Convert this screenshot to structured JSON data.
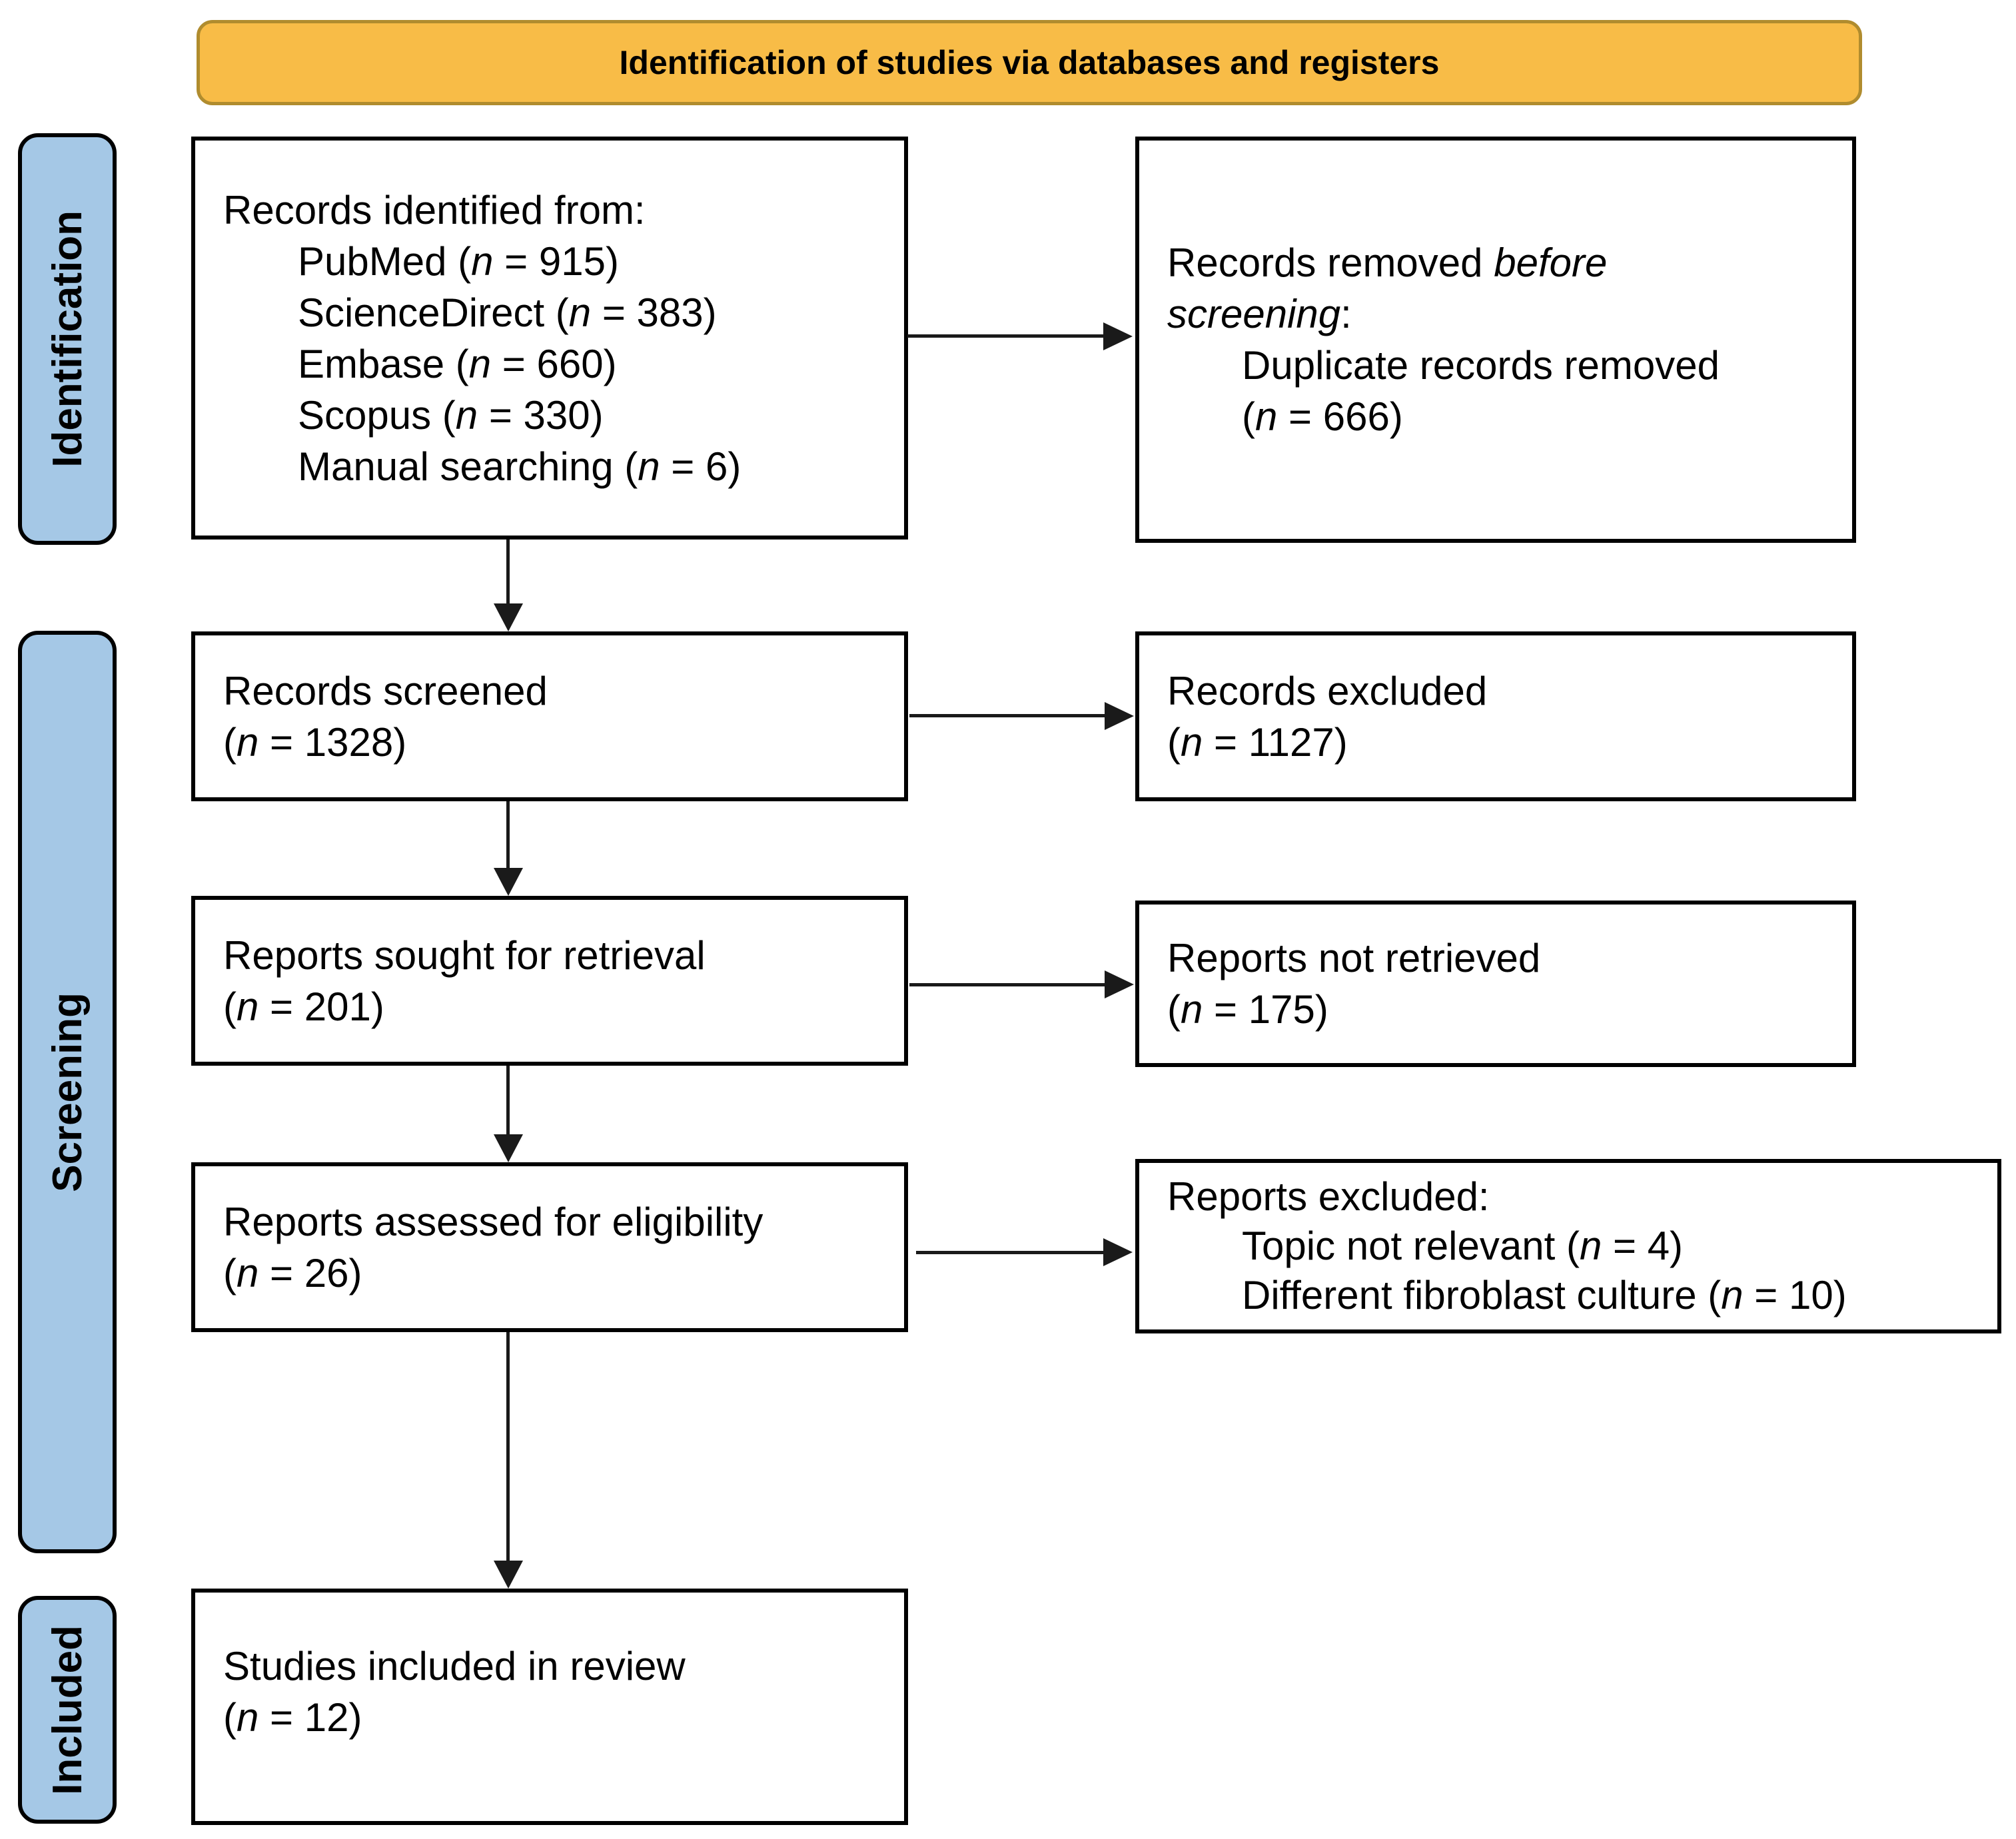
{
  "header": {
    "title": "Identification of studies via databases and registers"
  },
  "sidebar": {
    "items": [
      {
        "label": "Identification"
      },
      {
        "label": "Screening"
      },
      {
        "label": "Included"
      }
    ]
  },
  "boxes": {
    "records_identified": {
      "lines": [
        {
          "indent": 0,
          "segs": [
            {
              "t": "Records identified from:"
            }
          ]
        },
        {
          "indent": 1,
          "segs": [
            {
              "t": "PubMed ("
            },
            {
              "t": "n",
              "i": true
            },
            {
              "t": " = 915)"
            }
          ]
        },
        {
          "indent": 1,
          "segs": [
            {
              "t": "ScienceDirect ("
            },
            {
              "t": "n",
              "i": true
            },
            {
              "t": " = 383)"
            }
          ]
        },
        {
          "indent": 1,
          "segs": [
            {
              "t": "Embase ("
            },
            {
              "t": "n",
              "i": true
            },
            {
              "t": " = 660)"
            }
          ]
        },
        {
          "indent": 1,
          "segs": [
            {
              "t": "Scopus ("
            },
            {
              "t": "n",
              "i": true
            },
            {
              "t": " = 330)"
            }
          ]
        },
        {
          "indent": 1,
          "segs": [
            {
              "t": "Manual searching ("
            },
            {
              "t": "n",
              "i": true
            },
            {
              "t": " = 6)"
            }
          ]
        }
      ]
    },
    "records_removed": {
      "lines": [
        {
          "indent": 0,
          "segs": [
            {
              "t": "Records removed "
            },
            {
              "t": "before",
              "i": true
            }
          ]
        },
        {
          "indent": 0,
          "segs": [
            {
              "t": "screening",
              "i": true
            },
            {
              "t": ":"
            }
          ]
        },
        {
          "indent": 1,
          "segs": [
            {
              "t": "Duplicate records removed"
            }
          ]
        },
        {
          "indent": 1,
          "segs": [
            {
              "t": "("
            },
            {
              "t": "n",
              "i": true
            },
            {
              "t": " = 666)"
            }
          ]
        }
      ]
    },
    "records_screened": {
      "lines": [
        {
          "indent": 0,
          "segs": [
            {
              "t": "Records screened"
            }
          ]
        },
        {
          "indent": 0,
          "segs": [
            {
              "t": "("
            },
            {
              "t": "n",
              "i": true
            },
            {
              "t": " = 1328)"
            }
          ]
        }
      ]
    },
    "records_excluded": {
      "lines": [
        {
          "indent": 0,
          "segs": [
            {
              "t": "Records excluded"
            }
          ]
        },
        {
          "indent": 0,
          "segs": [
            {
              "t": "("
            },
            {
              "t": "n",
              "i": true
            },
            {
              "t": " = 1127)"
            }
          ]
        }
      ]
    },
    "reports_sought": {
      "lines": [
        {
          "indent": 0,
          "segs": [
            {
              "t": "Reports sought for retrieval"
            }
          ]
        },
        {
          "indent": 0,
          "segs": [
            {
              "t": "("
            },
            {
              "t": "n",
              "i": true
            },
            {
              "t": " = 201)"
            }
          ]
        }
      ]
    },
    "reports_not_retrieved": {
      "lines": [
        {
          "indent": 0,
          "segs": [
            {
              "t": "Reports not retrieved"
            }
          ]
        },
        {
          "indent": 0,
          "segs": [
            {
              "t": "("
            },
            {
              "t": "n",
              "i": true
            },
            {
              "t": " = 175)"
            }
          ]
        }
      ]
    },
    "reports_assessed": {
      "lines": [
        {
          "indent": 0,
          "segs": [
            {
              "t": "Reports assessed for eligibility"
            }
          ]
        },
        {
          "indent": 0,
          "segs": [
            {
              "t": "("
            },
            {
              "t": "n",
              "i": true
            },
            {
              "t": " = 26)"
            }
          ]
        }
      ]
    },
    "reports_excluded": {
      "lines": [
        {
          "indent": 0,
          "segs": [
            {
              "t": "Reports excluded:"
            }
          ]
        },
        {
          "indent": 1,
          "segs": [
            {
              "t": "Topic not relevant ("
            },
            {
              "t": "n",
              "i": true
            },
            {
              "t": " = 4)"
            }
          ]
        },
        {
          "indent": 1,
          "segs": [
            {
              "t": "Different fibroblast culture ("
            },
            {
              "t": "n",
              "i": true
            },
            {
              "t": " = 10)"
            }
          ]
        }
      ]
    },
    "studies_included": {
      "lines": [
        {
          "indent": 0,
          "segs": [
            {
              "t": "Studies included in review"
            }
          ]
        },
        {
          "indent": 0,
          "segs": [
            {
              "t": "("
            },
            {
              "t": "n",
              "i": true
            },
            {
              "t": " = 12)"
            }
          ]
        }
      ]
    }
  },
  "colors": {
    "header_fill": "#F8BC47",
    "header_border": "#B08C2E",
    "sidebar_fill": "#A5C8E6",
    "box_border": "#000000",
    "arrow": "#1A1A1A"
  }
}
